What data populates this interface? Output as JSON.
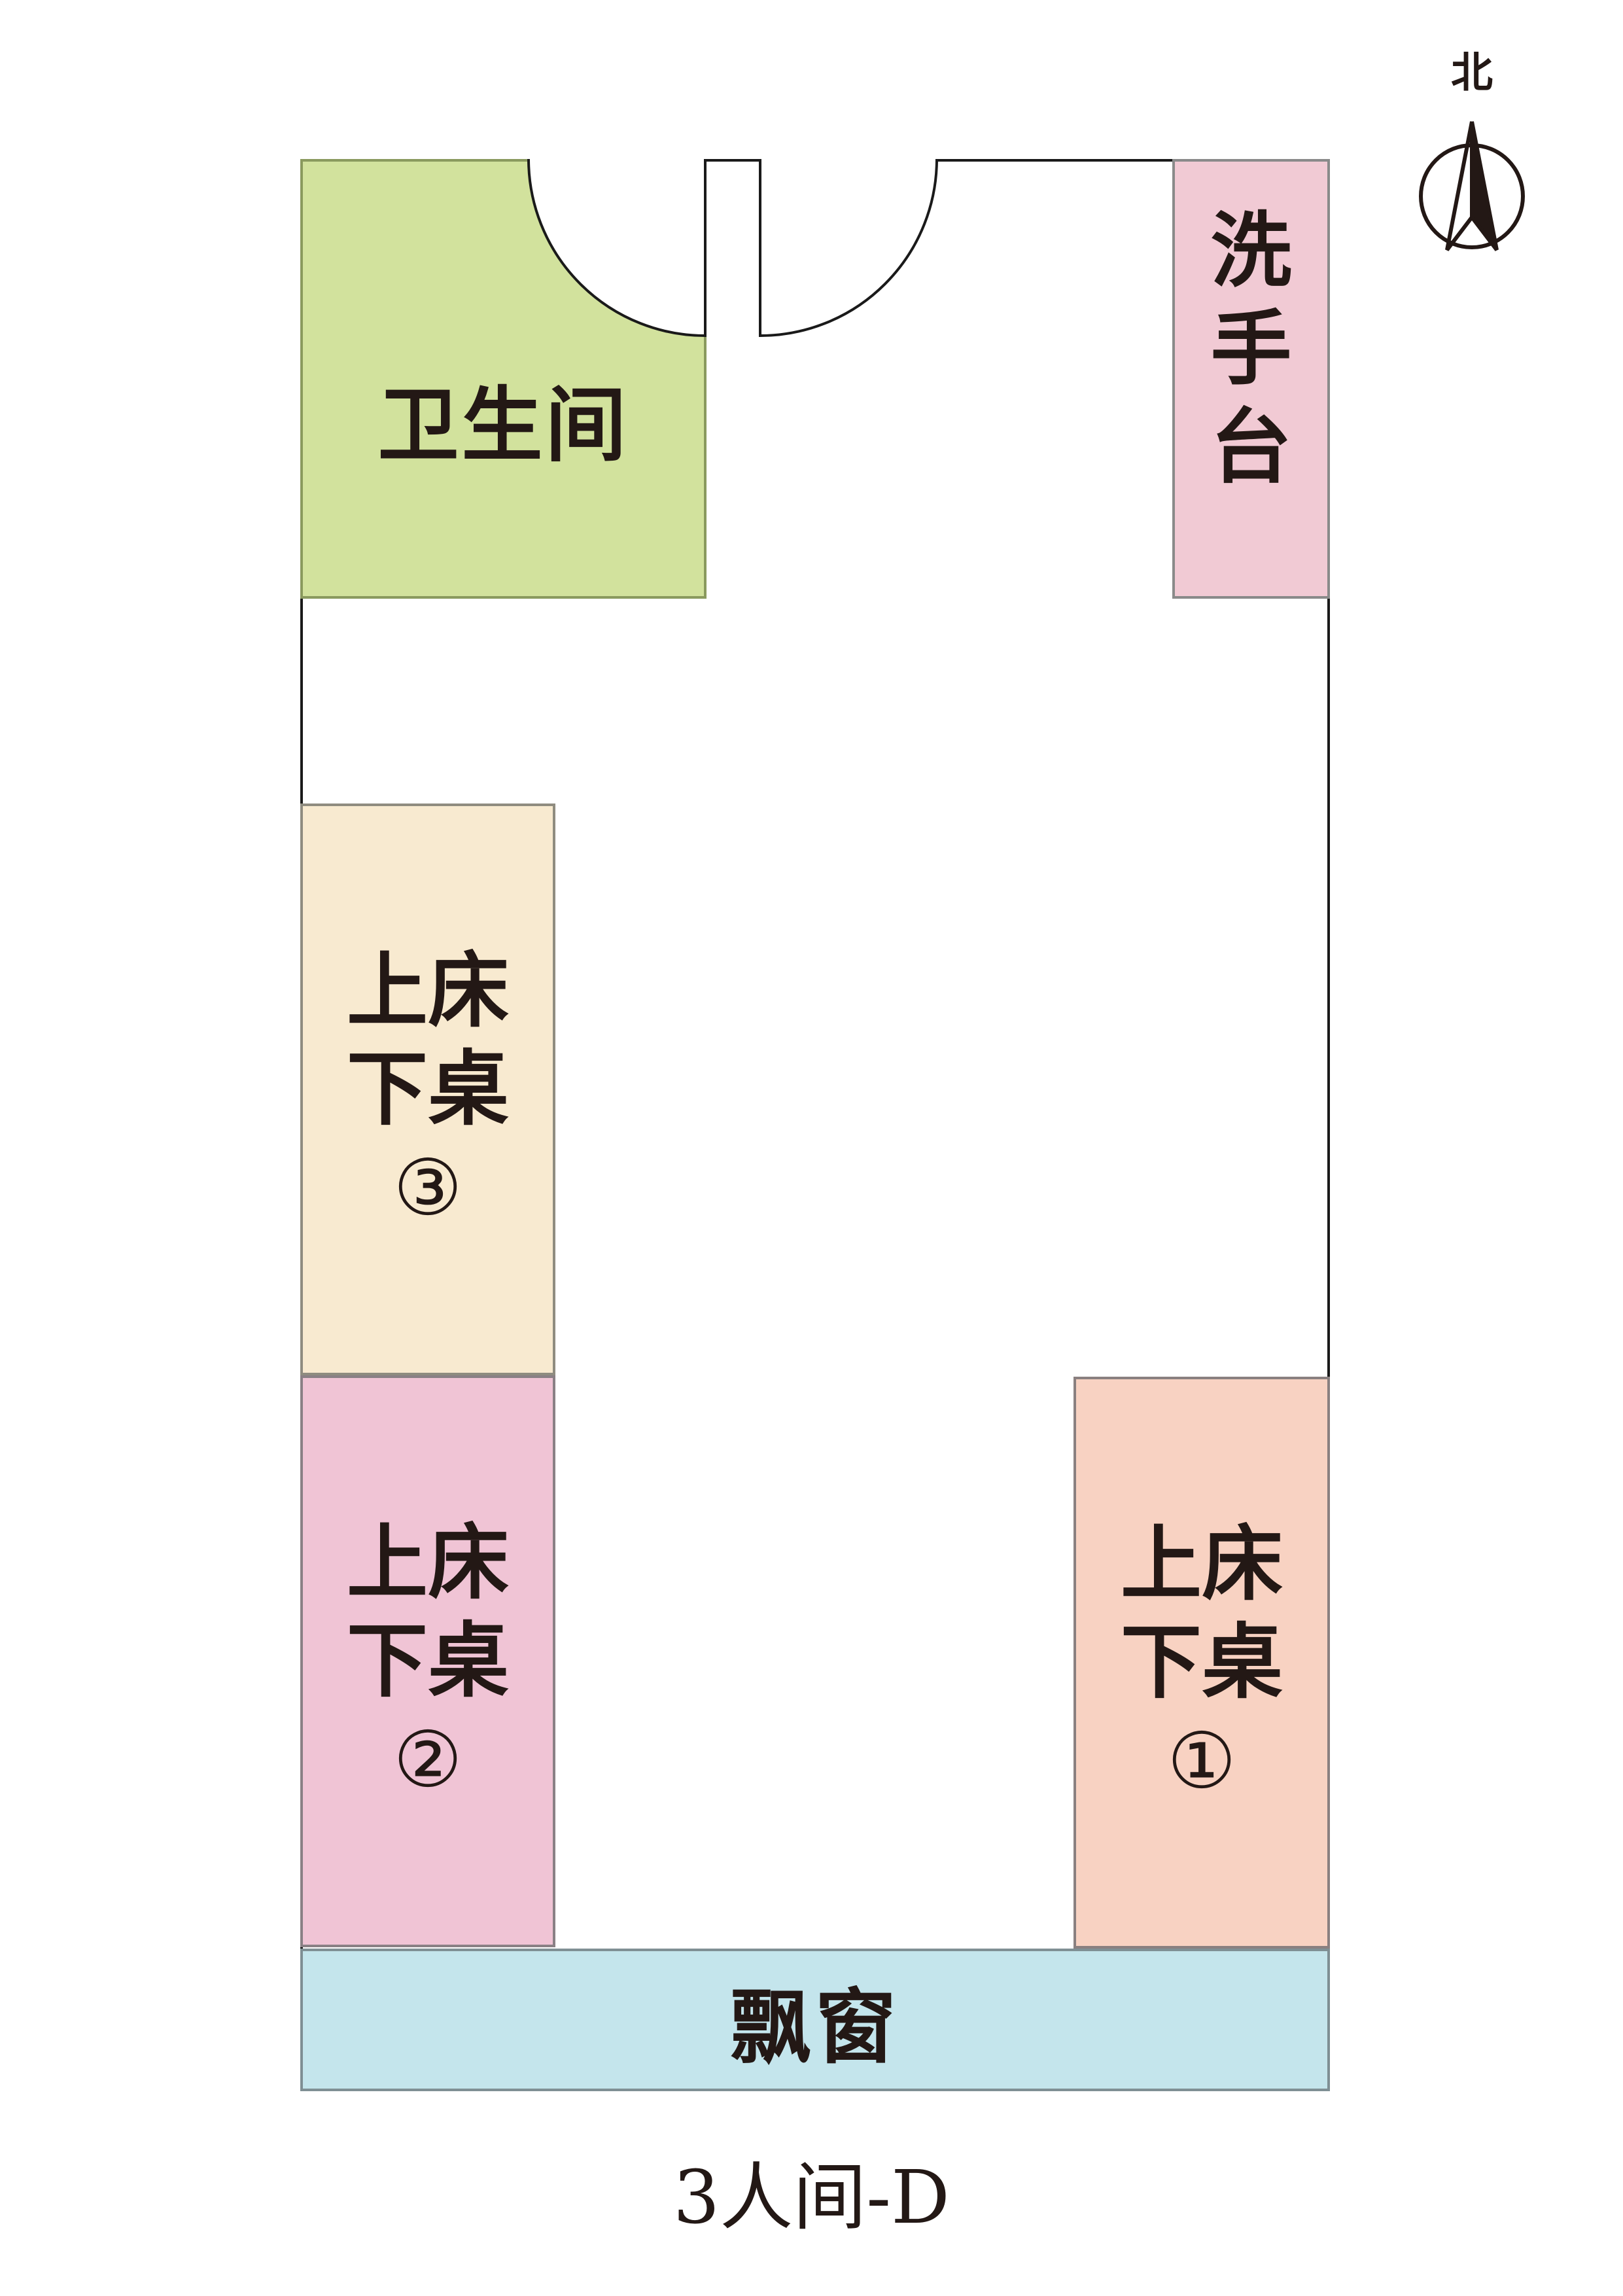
{
  "rooms": {
    "bathroom": "卫生间",
    "sink": "洗手台",
    "bed3": {
      "label": "上床下桌",
      "number": "③"
    },
    "bed2": {
      "label": "上床下桌",
      "number": "②"
    },
    "bed1": {
      "label": "上床下桌",
      "number": "①"
    },
    "window": "飘窗"
  },
  "compass": {
    "north_label": "北"
  },
  "caption": "3人间-D",
  "colors": {
    "bathroom": "#d2e29d",
    "sink": "#f1cad4",
    "bed3": "#f8ead0",
    "bed2": "#f0c4d5",
    "bed1": "#f8d2c2",
    "window": "#c4e5ec",
    "text": "#231815"
  }
}
